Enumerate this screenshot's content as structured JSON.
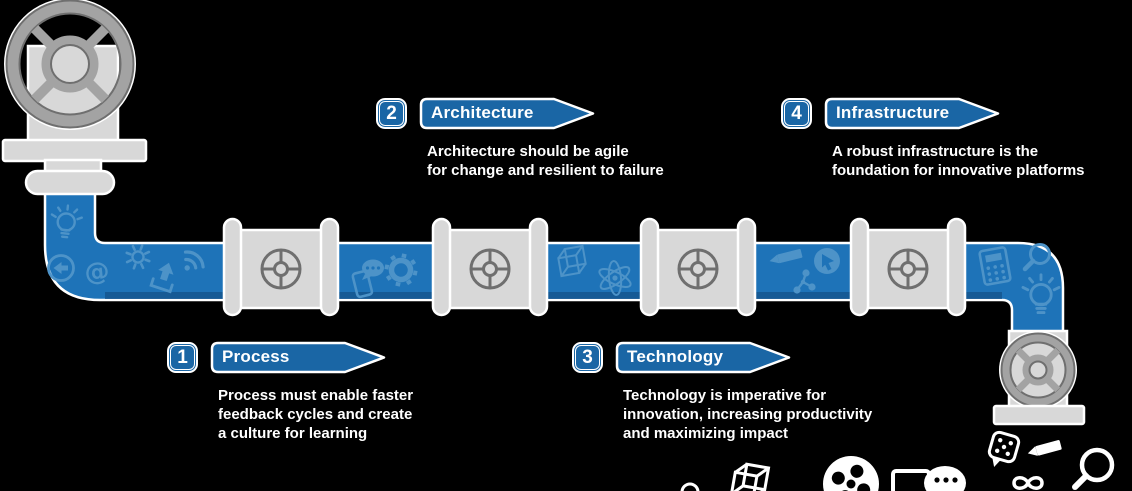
{
  "colors": {
    "background": "#000000",
    "pipe_blue": "#1e73b8",
    "pipe_dark": "#14518a",
    "banner_blue": "#1a66a5",
    "icon_blue": "#4d93c8",
    "metal_light": "#d8d8d8",
    "metal_mid": "#a3a3a3",
    "metal_dark": "#6f6f6f",
    "text_white": "#ffffff"
  },
  "stages": [
    {
      "number": "1",
      "label": "Process",
      "desc_lines": [
        "Process must enable faster",
        "feedback cycles and create",
        "a culture for learning"
      ]
    },
    {
      "number": "2",
      "label": "Architecture",
      "desc_lines": [
        "Architecture should be agile",
        "for change and resilient to failure"
      ]
    },
    {
      "number": "3",
      "label": "Technology",
      "desc_lines": [
        "Technology is imperative for",
        "innovation, increasing productivity",
        "and maximizing impact"
      ]
    },
    {
      "number": "4",
      "label": "Infrastructure",
      "desc_lines": [
        "A robust infrastructure is the",
        "foundation for innovative platforms"
      ]
    }
  ],
  "icons": {
    "pipe_flow_icons": [
      "lightbulb",
      "back-arrow",
      "at-sign",
      "gear-burst",
      "upload-arrow",
      "wifi-signal",
      "chat-phone",
      "gear",
      "cube",
      "atom",
      "pencil",
      "molecule",
      "cursor-circle",
      "calculator",
      "magnifier",
      "lightbulb"
    ],
    "decorative_white_icons": [
      "partial-circle",
      "cube",
      "film-reel",
      "laptop-chat",
      "dice",
      "pencil",
      "infinity-loop",
      "magnifier"
    ]
  }
}
